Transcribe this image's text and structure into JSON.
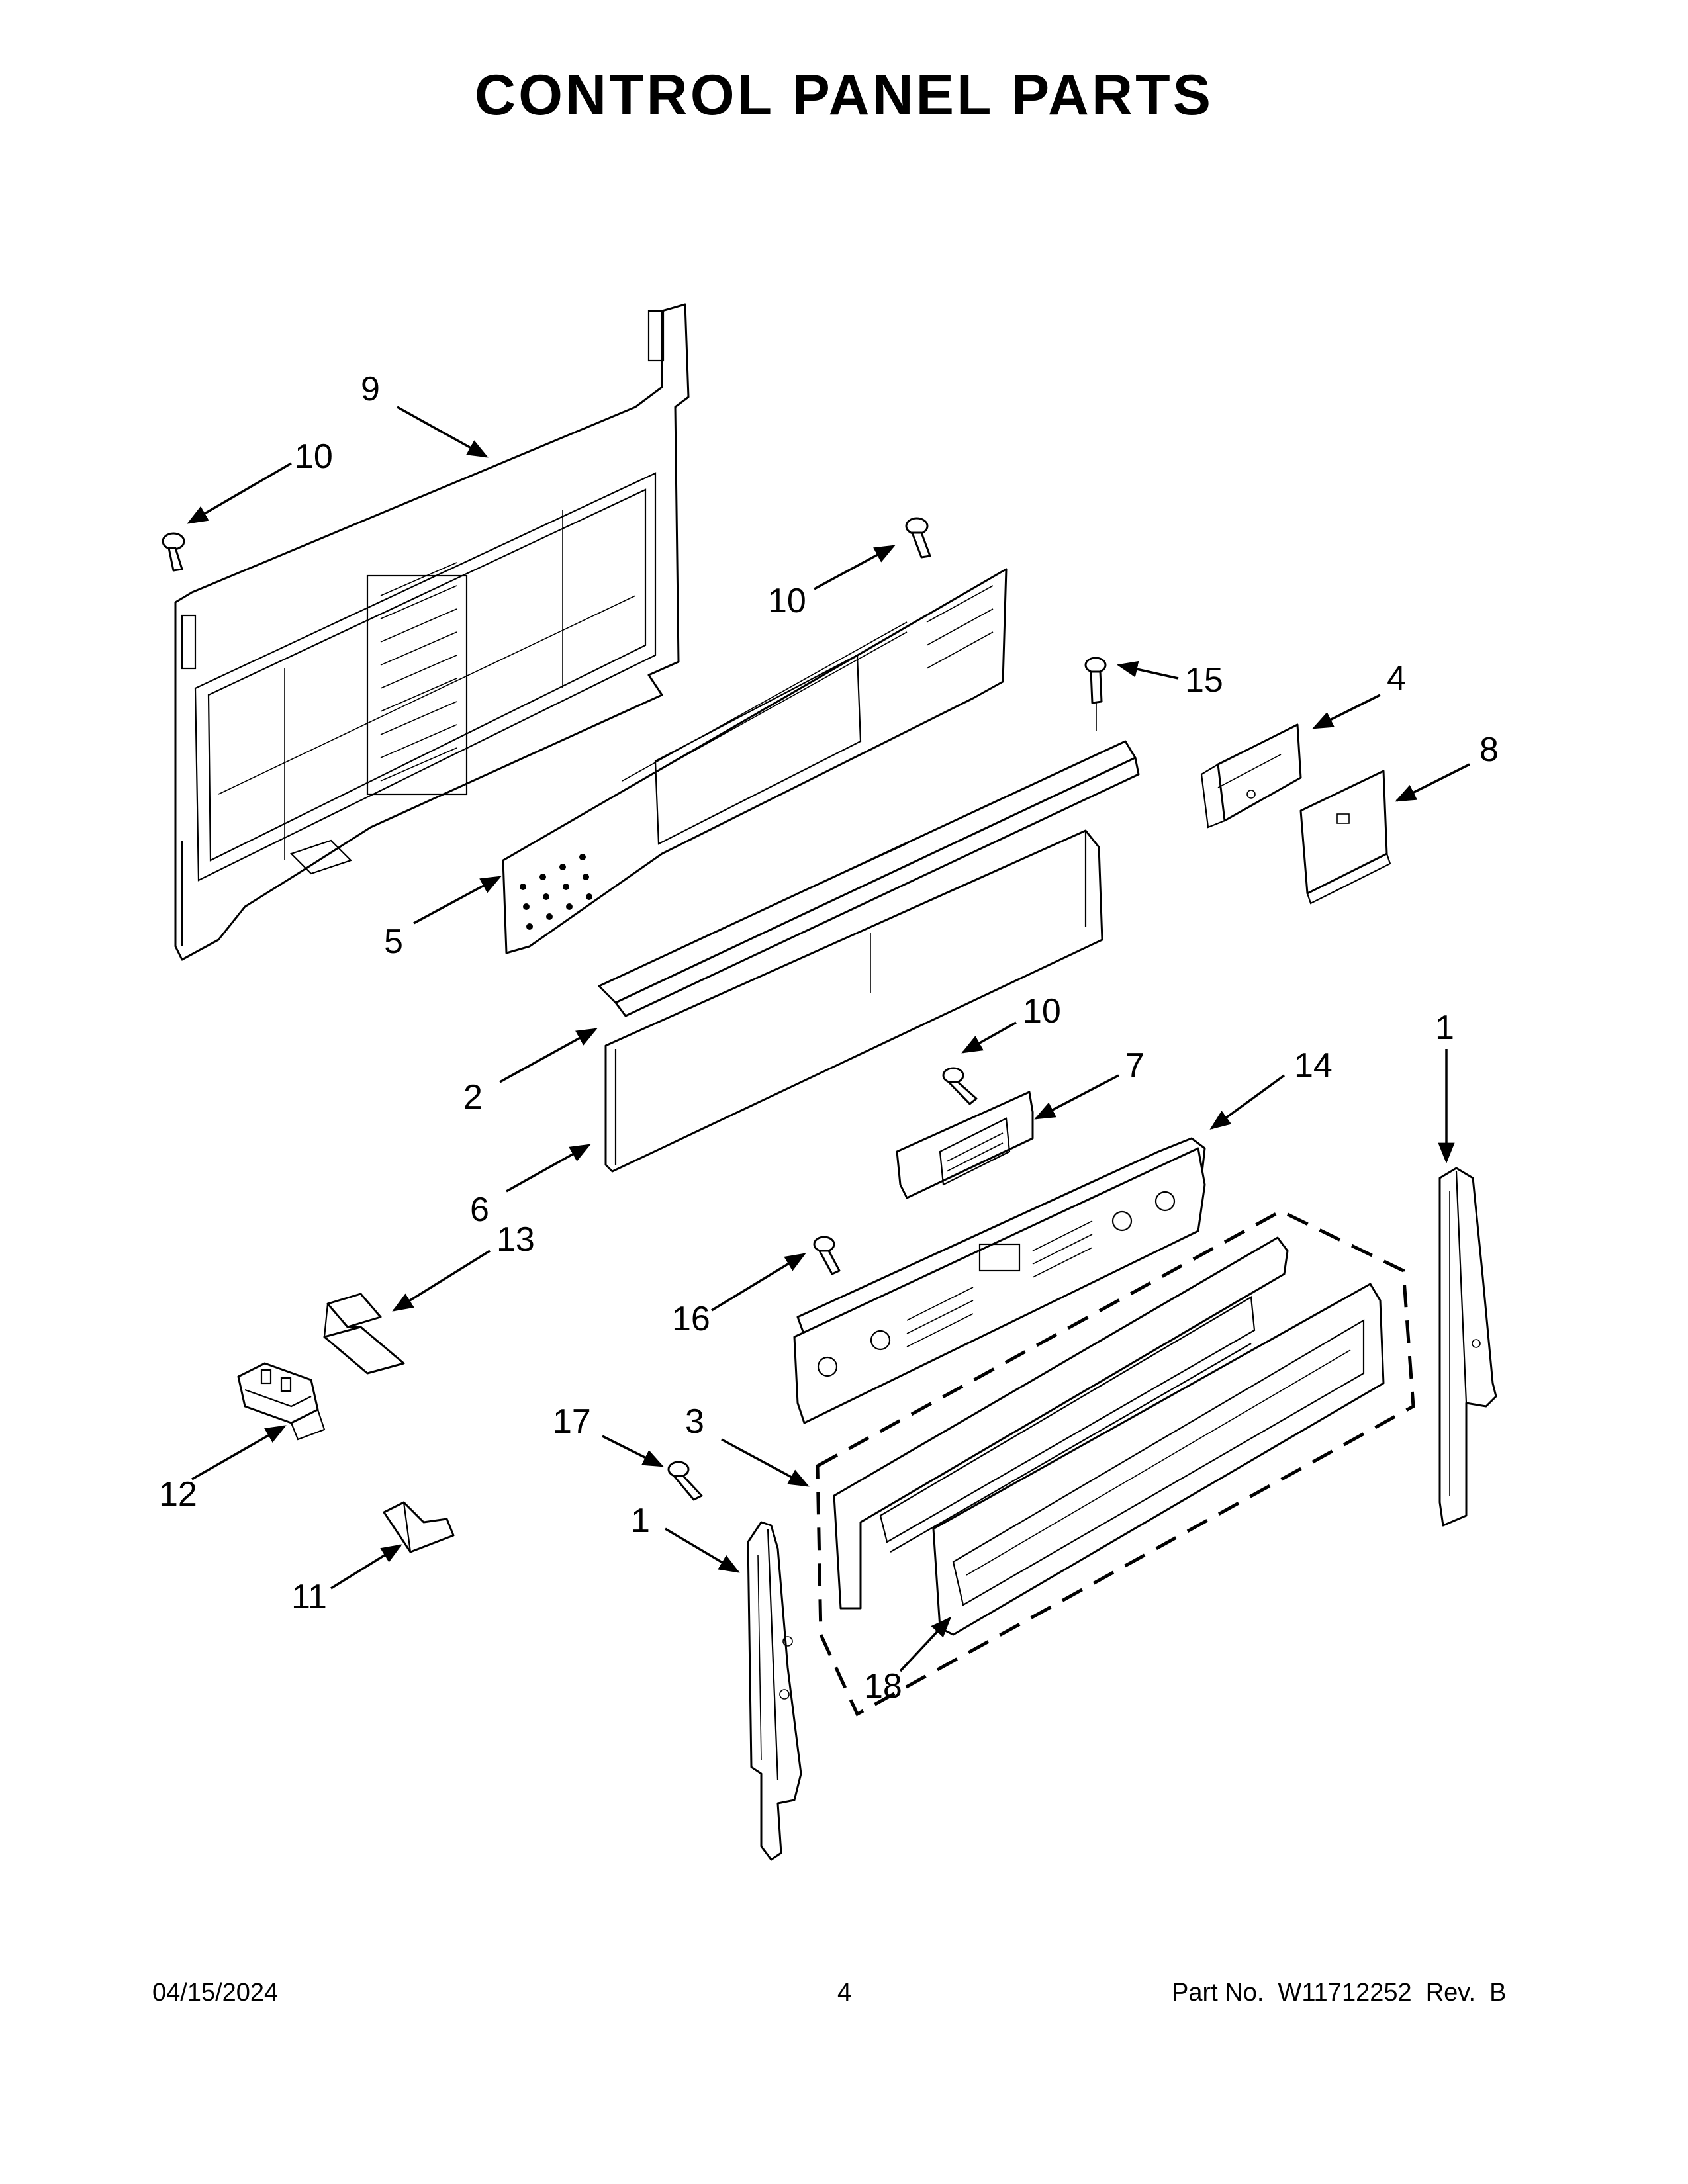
{
  "page_title": "CONTROL PANEL PARTS",
  "footer": {
    "date": "04/15/2024",
    "page_number": "4",
    "part_number": "Part No.  W11712252  Rev.  B"
  },
  "callouts": {
    "c9": "9",
    "c10a": "10",
    "c10b": "10",
    "c15": "15",
    "c4": "4",
    "c8": "8",
    "c5": "5",
    "c10c": "10",
    "c7": "7",
    "c14": "14",
    "c1a": "1",
    "c2": "2",
    "c6": "6",
    "c13": "13",
    "c16": "16",
    "c12": "12",
    "c17": "17",
    "c3": "3",
    "c1b": "1",
    "c11": "11",
    "c18": "18"
  }
}
